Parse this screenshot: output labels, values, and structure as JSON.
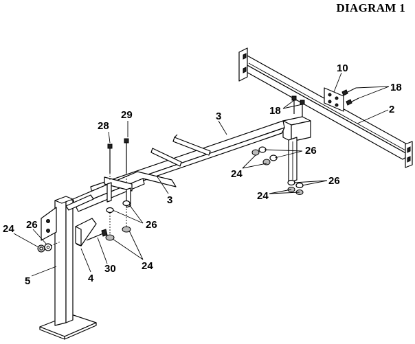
{
  "title": "DIAGRAM 1",
  "callouts": {
    "p10": "10",
    "p18a": "18",
    "p18b": "18",
    "p2": "2",
    "p29": "29",
    "p28": "28",
    "p3a": "3",
    "p3b": "3",
    "p26a": "26",
    "p24a": "24",
    "p26b": "26",
    "p24b": "24",
    "p24c": "24",
    "p26c": "26",
    "p26d": "26",
    "p5": "5",
    "p4": "4",
    "p30": "30",
    "p24d": "24"
  }
}
